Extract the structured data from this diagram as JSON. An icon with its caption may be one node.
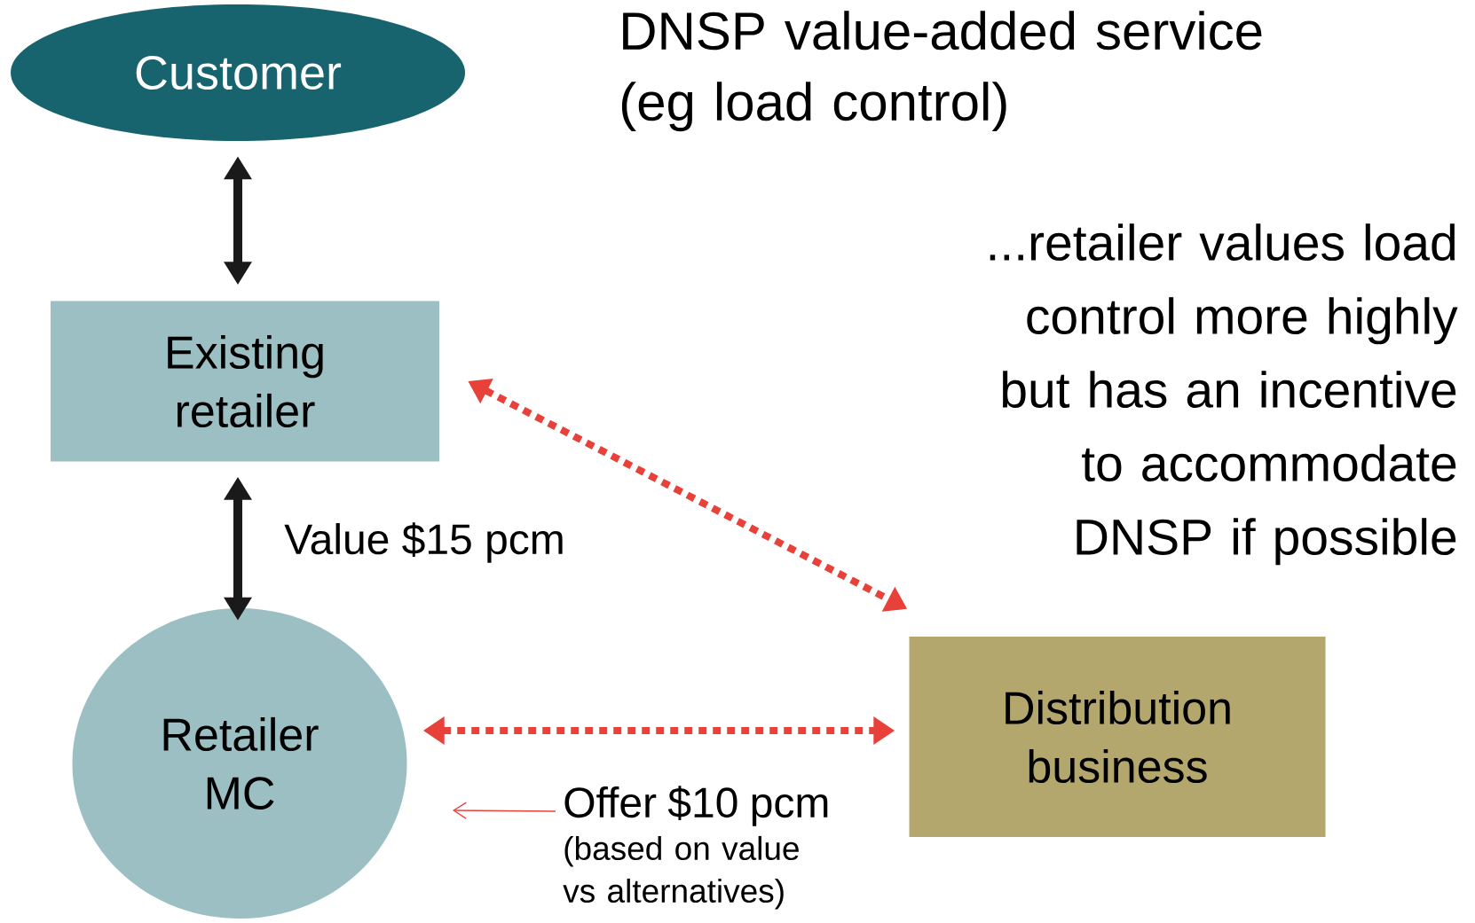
{
  "diagram": {
    "title": "DNSP value-added service (eg load control)",
    "nodes": [
      {
        "text": [
          "Customer"
        ]
      },
      {
        "text": [
          "Existing retailer"
        ]
      },
      {
        "text": [
          "Retailer MC"
        ]
      },
      {
        "text": [
          "Distribution business"
        ]
      },
      {
        "text": [
          "Offer $10 pcm",
          "(based on value vs alternatives)"
        ]
      }
    ],
    "edges": [
      {
        "from": 0,
        "to": 1,
        "arrow": "both",
        "color": "#1a1a1a"
      },
      {
        "from": 1,
        "to": 2,
        "arrow": "both",
        "color": "#1a1a1a",
        "label": "Value $15 pcm"
      },
      {
        "from": 1,
        "to": 3,
        "arrow": "both",
        "style": "dashed",
        "color": "#e8413a"
      },
      {
        "from": 2,
        "to": 3,
        "arrow": "both",
        "style": "dashed",
        "color": "#e8413a"
      },
      {
        "from": 4,
        "to": null,
        "arrow": "to",
        "color": "#e8413a"
      }
    ],
    "labels": [
      "...retailer values load control more highly but has an incentive to accommodate DNSP if possible"
    ]
  }
}
